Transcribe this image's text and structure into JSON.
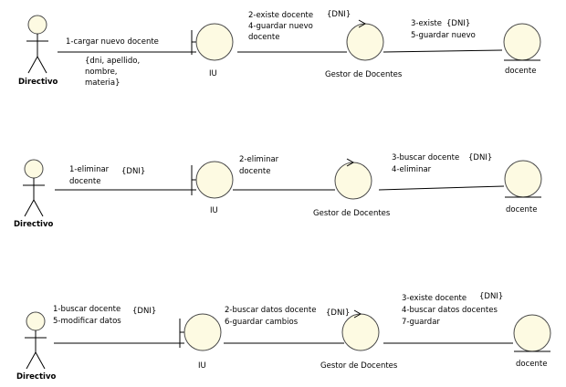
{
  "diagrams": [
    {
      "actor": "Directivo",
      "boundary": "IU",
      "control": "Gestor de Docentes",
      "entity": "docente",
      "msg1": [
        "1-cargar nuevo docente"
      ],
      "msg1_param": [
        "{dni, apellido,",
        "nombre,",
        "materia}"
      ],
      "msg2": [
        "2-existe docente",
        "4-guardar nuevo",
        "docente"
      ],
      "msg2_param": "{DNI}",
      "msg3": [
        "3-existe",
        "5-guardar nuevo"
      ],
      "msg3_param": "{DNI}"
    },
    {
      "actor": "Directivo",
      "boundary": "IU",
      "control": "Gestor de Docentes",
      "entity": "docente",
      "msg1": [
        "1-eliminar",
        "docente"
      ],
      "msg1_param": "{DNI}",
      "msg2": [
        "2-eliminar",
        "docente"
      ],
      "msg3": [
        "3-buscar docente",
        "4-eliminar"
      ],
      "msg3_param": "{DNI}"
    },
    {
      "actor": "Directivo",
      "boundary": "IU",
      "control": "Gestor de Docentes",
      "entity": "docente",
      "msg1": [
        "1-buscar docente",
        "5-modificar datos"
      ],
      "msg1_param": "{DNI}",
      "msg2": [
        "2-buscar datos docente",
        "6-guardar cambios"
      ],
      "msg2_param": "{DNI}",
      "msg3": [
        "3-existe docente",
        "4-buscar datos docentes",
        "7-guardar"
      ],
      "msg3_param": "{DNI}"
    }
  ]
}
